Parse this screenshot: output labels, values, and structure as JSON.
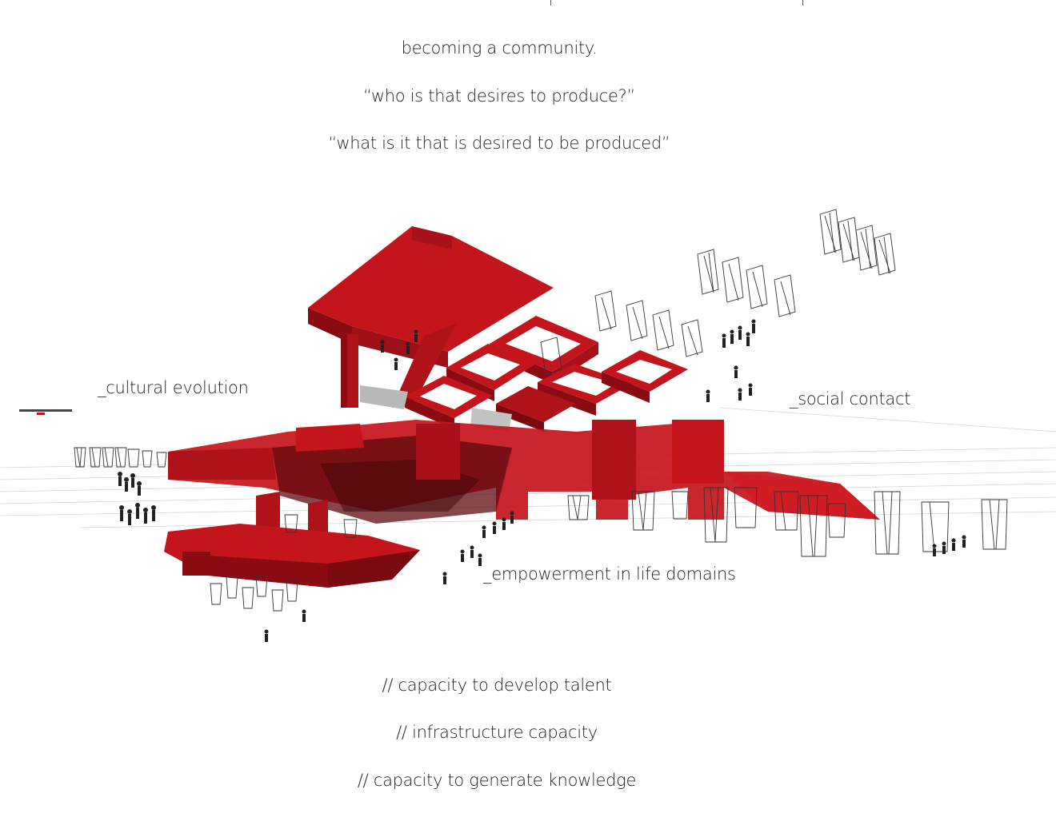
{
  "header": {
    "title": "becoming a community.",
    "question_1": "“who is that desires to produce?”",
    "question_2": "“what is it that is desired to be produced”"
  },
  "labels": {
    "cultural_evolution": "_cultural evolution",
    "social_contact": "_social contact",
    "empowerment": "_empowerment in life domains"
  },
  "capacities": [
    "// capacity to develop talent",
    "// infrastructure capacity",
    "// capacity to generate knowledge"
  ],
  "colors": {
    "red": "#c4141c",
    "red_dark": "#8a0c12",
    "red_shadow": "#5e0a0e",
    "line": "#333333",
    "text": "#1f1f1f"
  }
}
